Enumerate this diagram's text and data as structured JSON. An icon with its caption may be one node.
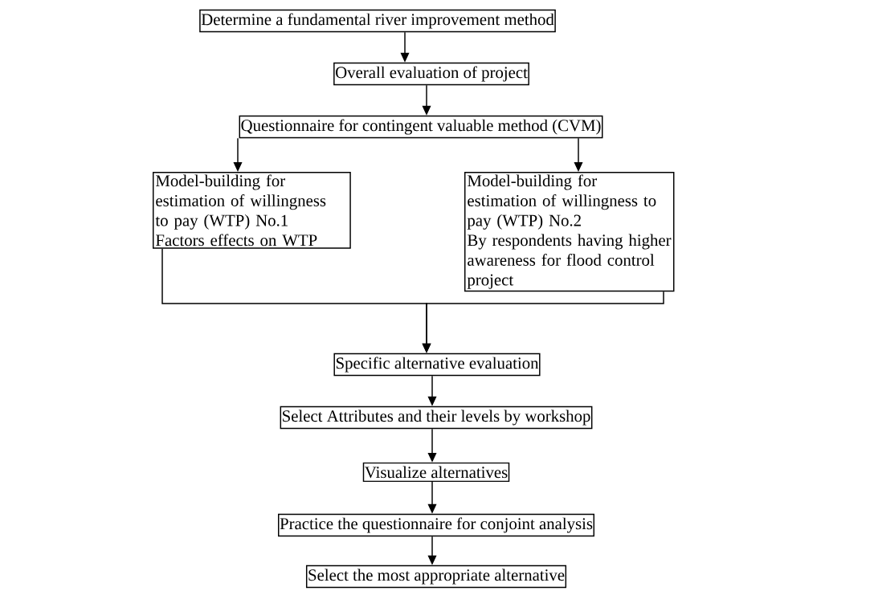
{
  "diagram": {
    "nodes": [
      {
        "text": [
          "Determine a fundamental river improvement method"
        ]
      },
      {
        "text": [
          "Overall evaluation of project"
        ]
      },
      {
        "text": [
          "Questionnaire for contingent valuable method (CVM)"
        ]
      },
      {
        "text": [
          "Model-building for estimation of willingness to pay (WTP) No.1",
          "Factors effects on WTP"
        ]
      },
      {
        "text": [
          "Model-building for estimation of willingness to pay (WTP) No.2",
          "By respondents having higher awareness for flood control project"
        ]
      },
      {
        "text": [
          "Specific alternative evaluation"
        ]
      },
      {
        "text": [
          "Select Attributes and their levels by workshop"
        ]
      },
      {
        "text": [
          "Visualize alternatives"
        ]
      },
      {
        "text": [
          "Practice the questionnaire for conjoint analysis"
        ]
      },
      {
        "text": [
          "Select the most appropriate alternative"
        ]
      }
    ],
    "edges": [
      {
        "from": 0,
        "to": 1,
        "arrow": "to"
      },
      {
        "from": 1,
        "to": 2,
        "arrow": "to"
      },
      {
        "from": 2,
        "to": 3,
        "arrow": "to"
      },
      {
        "from": 2,
        "to": 4,
        "arrow": "to"
      },
      {
        "from": 3,
        "to": 5,
        "arrow": "to"
      },
      {
        "from": 4,
        "to": 5,
        "arrow": "to"
      },
      {
        "from": 5,
        "to": 6,
        "arrow": "to"
      },
      {
        "from": 6,
        "to": 7,
        "arrow": "to"
      },
      {
        "from": 7,
        "to": 8,
        "arrow": "to"
      },
      {
        "from": 8,
        "to": 9,
        "arrow": "to"
      }
    ]
  }
}
